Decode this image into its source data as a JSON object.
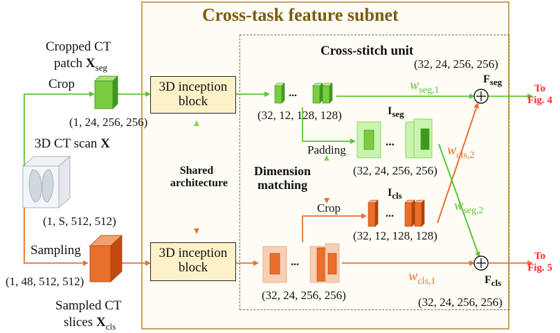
{
  "title": "Cross-task feature subnet",
  "cross_stitch_title": "Cross-stitch unit",
  "input": {
    "scan_label": "3D CT scan ",
    "scan_symbol": "X",
    "scan_shape": "(1, S, 512, 512)"
  },
  "seg_path": {
    "crop_label": "Crop",
    "patch_label_line1": "Cropped CT",
    "patch_label_line2": "patch ",
    "patch_symbol": "X",
    "patch_sub": "seg",
    "patch_shape": "(1, 24, 256, 256)",
    "feature_shape": "(32, 12, 128, 128)",
    "output_shape": "(32, 24, 256, 256)",
    "padded_symbol": "I",
    "padded_sub": "seg",
    "padded_shape": "(32, 24, 256, 256)",
    "padding_label": "Padding",
    "fused_symbol": "F",
    "fused_sub": "seg",
    "to_label_line1": "To",
    "to_label_line2": "Fig. 4",
    "w1_symbol": "w",
    "w1_sub": "seg,1",
    "w2_symbol": "w",
    "w2_sub": "seg,2"
  },
  "cls_path": {
    "sampling_label": "Sampling",
    "slices_label_line1": "Sampled CT",
    "slices_label_line2": "slices ",
    "slices_symbol": "X",
    "slices_sub": "cls",
    "slices_shape": "(1, 48, 512, 512)",
    "feature_shape": "(32, 24, 256, 256)",
    "output_shape": "(32, 24, 256, 256)",
    "cropped_symbol": "I",
    "cropped_sub": "cls",
    "cropped_shape": "(32, 12, 128, 128)",
    "crop_label": "Crop",
    "fused_symbol": "F",
    "fused_sub": "cls",
    "to_label_line1": "To",
    "to_label_line2": "Fig. 5",
    "w1_symbol": "w",
    "w1_sub": "cls,1",
    "w2_symbol": "w",
    "w2_sub": "cls,2"
  },
  "inception_block_line1": "3D inception",
  "inception_block_line2": "block",
  "shared_line1": "Shared",
  "shared_line2": "architecture",
  "dim_line1": "Dimension",
  "dim_line2": "matching",
  "ellipsis": "...",
  "plus": "+",
  "colors": {
    "seg_green": "#5cc434",
    "seg_green_light": "#b8f0a0",
    "cls_orange": "#e8702a",
    "cls_orange_light": "#f6c3a6",
    "cls_red": "#e0501a",
    "title_gold": "#7a5c14",
    "frame_gold": "#c9a25c",
    "block_fill": "#fdf1c8",
    "target_red": "#ff2a2a",
    "dimension_olive": "#a89a2a"
  }
}
